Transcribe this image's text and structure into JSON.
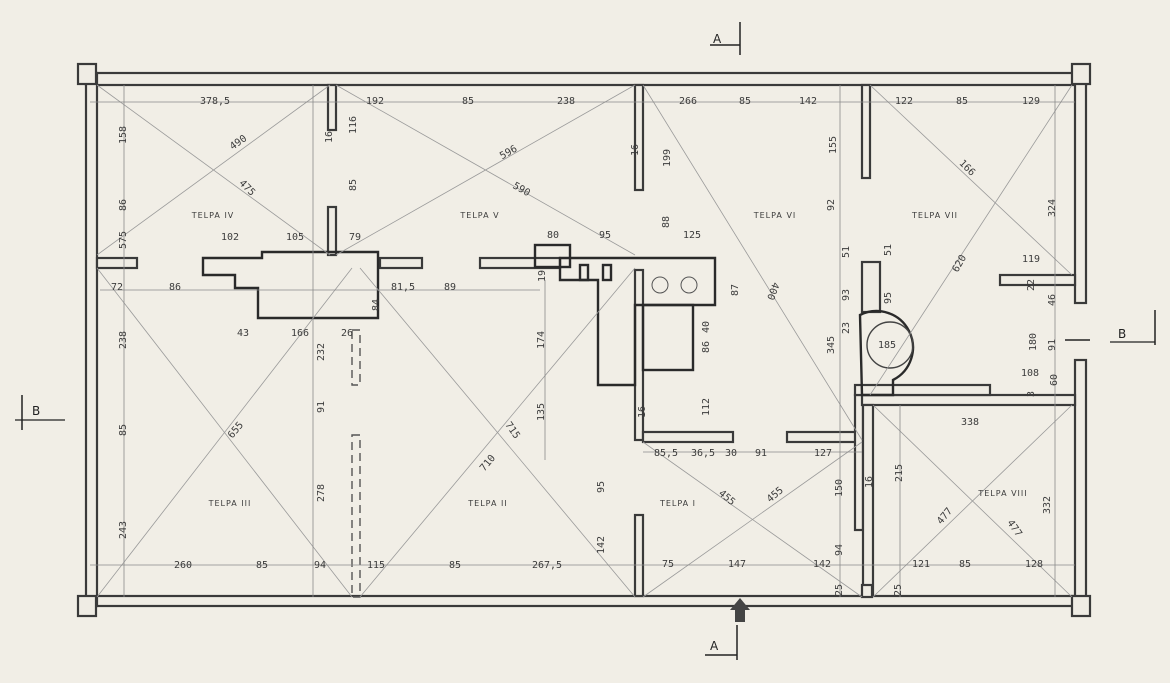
{
  "rooms": [
    "TELPA IV",
    "TELPA V",
    "TELPA VI",
    "TELPA VII",
    "TELPA III",
    "TELPA II",
    "TELPA I",
    "TELPA VIII"
  ],
  "section_markers": [
    "A",
    "A",
    "B",
    "B"
  ],
  "dimensions": {
    "top": [
      "378,5",
      "192",
      "85",
      "238",
      "266",
      "85",
      "142",
      "122",
      "85",
      "129"
    ],
    "vertical": [
      "158",
      "86",
      "575",
      "116",
      "85",
      "199",
      "88",
      "155",
      "92",
      "324",
      "51",
      "51",
      "93",
      "95",
      "23",
      "345",
      "22",
      "46",
      "180",
      "91",
      "3",
      "108",
      "60",
      "87",
      "40",
      "86",
      "112",
      "16",
      "174",
      "135",
      "19",
      "232",
      "91",
      "278",
      "238",
      "85",
      "243",
      "95",
      "142",
      "84",
      "150",
      "94",
      "215",
      "332",
      "25",
      "25",
      "16",
      "16",
      "16"
    ],
    "horizontal": [
      "102",
      "105",
      "79",
      "80",
      "95",
      "125",
      "72",
      "86",
      "81,5",
      "89",
      "43",
      "166",
      "26",
      "119",
      "185",
      "338",
      "85,5",
      "36,5",
      "30",
      "91",
      "127",
      "260",
      "85",
      "94",
      "115",
      "85",
      "267,5",
      "75",
      "147",
      "142",
      "121",
      "85",
      "128"
    ],
    "diagonal": [
      "490",
      "475",
      "596",
      "590",
      "400",
      "166",
      "620",
      "655",
      "715",
      "710",
      "455",
      "455",
      "477",
      "477"
    ]
  },
  "colors": {
    "paper": "#f1eee6",
    "ink": "#3a3a3a"
  }
}
